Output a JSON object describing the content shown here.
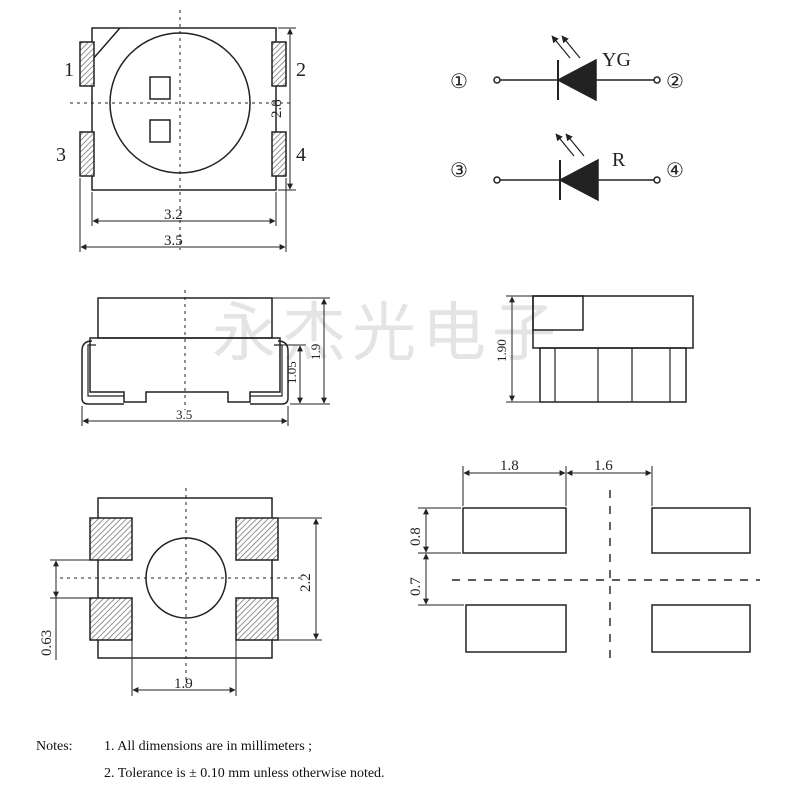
{
  "top_view": {
    "pins": [
      "1",
      "2",
      "3",
      "4"
    ],
    "dim_width_inner": "3.2",
    "dim_width_outer": "3.5",
    "dim_height": "2.8"
  },
  "schematic": {
    "pin_1": "①",
    "pin_2": "②",
    "pin_3": "③",
    "pin_4": "④",
    "label_top": "YG",
    "label_bottom": "R"
  },
  "side_view": {
    "dim_width": "3.5",
    "dim_height": "1.9",
    "dim_height_inner": "1.05"
  },
  "end_view": {
    "dim_height": "1.90"
  },
  "bottom_view": {
    "dim_pad_width": "1.9",
    "dim_height": "2.2",
    "dim_offset": "0.63"
  },
  "footprint": {
    "dim_pad_length": "1.8",
    "dim_gap": "1.6",
    "dim_pad_height": "0.8",
    "dim_pad_gap": "0.7"
  },
  "watermark": "永杰光电子",
  "notes": {
    "heading": "Notes:",
    "items": [
      "1. All dimensions are in millimeters ;",
      "2. Tolerance is ± 0.10 mm unless otherwise noted."
    ]
  }
}
